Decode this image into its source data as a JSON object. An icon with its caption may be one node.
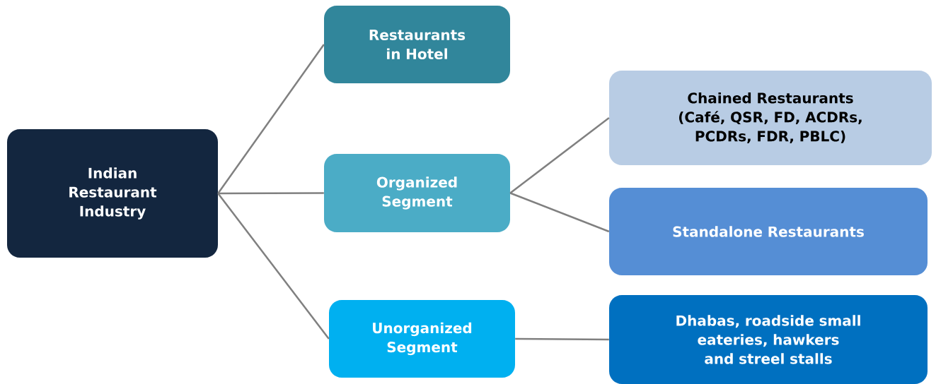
{
  "diagram": {
    "nodes": [
      {
        "text": [
          "Indian Restaurant Industry"
        ]
      },
      {
        "text": [
          "Restaurants in Hotel"
        ]
      },
      {
        "text": [
          "Organized Segment"
        ]
      },
      {
        "text": [
          "Unorganized Segment"
        ]
      },
      {
        "text": [
          "Chained Restaurants (Café, QSR, FD, ACDRs, PCDRs, FDR, PBLC)"
        ]
      },
      {
        "text": [
          "Standalone Restaurants"
        ]
      },
      {
        "text": [
          "Dhabas, roadside small eateries, hawkers and streel stalls"
        ]
      }
    ],
    "edges": [
      {
        "from": 0,
        "to": 1,
        "arrow": "none"
      },
      {
        "from": 0,
        "to": 2,
        "arrow": "none"
      },
      {
        "from": 0,
        "to": 3,
        "arrow": "none"
      },
      {
        "from": 2,
        "to": 4,
        "arrow": "none"
      },
      {
        "from": 2,
        "to": 5,
        "arrow": "none"
      },
      {
        "from": 3,
        "to": 6,
        "arrow": "none"
      }
    ]
  }
}
